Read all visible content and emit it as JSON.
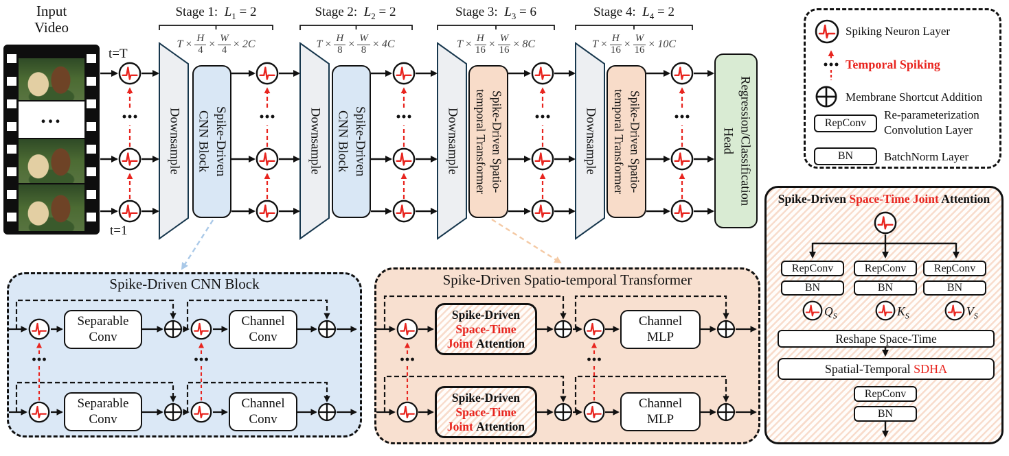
{
  "colors": {
    "accent_red": "#e8251f",
    "stage_cnn_fill": "#d9e7f5",
    "stage_transformer_fill": "#f8dcc9",
    "head_fill": "#d9ebd3",
    "downsample_fill": "#edeff2",
    "cnn_panel_fill": "#dbe8f6",
    "transformer_panel_fill": "#f8e0d0",
    "hatch_stripe": "#f2c1a6"
  },
  "input": {
    "title_line1": "Input",
    "title_line2": "Video",
    "t_top": "t=T",
    "t_bottom": "t=1",
    "dots": "..."
  },
  "stages": [
    {
      "label": "Stage 1:",
      "var": "L",
      "sub": "1",
      "rhs": "= 2",
      "dim_t": "T",
      "times": "×",
      "f1n": "H",
      "f1d": "4",
      "f2n": "W",
      "f2d": "4",
      "dim_c": "2C",
      "downsample": "Downsample",
      "block_line1": "Spike-Driven",
      "block_line2": "CNN Block"
    },
    {
      "label": "Stage 2:",
      "var": "L",
      "sub": "2",
      "rhs": "= 2",
      "dim_t": "T",
      "times": "×",
      "f1n": "H",
      "f1d": "8",
      "f2n": "W",
      "f2d": "8",
      "dim_c": "4C",
      "downsample": "Downsample",
      "block_line1": "Spike-Driven",
      "block_line2": "CNN Block"
    },
    {
      "label": "Stage 3:",
      "var": "L",
      "sub": "3",
      "rhs": "= 6",
      "dim_t": "T",
      "times": "×",
      "f1n": "H",
      "f1d": "16",
      "f2n": "W",
      "f2d": "16",
      "dim_c": "8C",
      "downsample": "Downsample",
      "block_line1": "Spike-Driven Spatio-",
      "block_line2": "temporal Transformer"
    },
    {
      "label": "Stage 4:",
      "var": "L",
      "sub": "4",
      "rhs": "= 2",
      "dim_t": "T",
      "times": "×",
      "f1n": "H",
      "f1d": "16",
      "f2n": "W",
      "f2d": "16",
      "dim_c": "10C",
      "downsample": "Downsample",
      "block_line1": "Spike-Driven Spatio-",
      "block_line2": "temporal Transformer"
    }
  ],
  "head": {
    "line1": "Regression/Classification",
    "line2": "Head"
  },
  "legend": {
    "items": [
      {
        "label": "Spiking Neuron Layer"
      },
      {
        "label": "Temporal Spiking"
      },
      {
        "label": "Membrane Shortcut Addition"
      },
      {
        "box": "RepConv",
        "label_line1": "Re-parameterization",
        "label_line2": "Convolution Layer"
      },
      {
        "box": "BN",
        "label": "BatchNorm Layer"
      }
    ]
  },
  "cnn_panel": {
    "title": "Spike-Driven CNN Block",
    "conv1_line1": "Separable",
    "conv1_line2": "Conv",
    "conv2_line1": "Channel",
    "conv2_line2": "Conv",
    "dots": "..."
  },
  "transformer_panel": {
    "title": "Spike-Driven Spatio-temporal Transformer",
    "attn_line1": "Spike-Driven",
    "attn_line2": "Space-Time",
    "attn_line3_red": "Joint",
    "attn_line3_black": "Attention",
    "mlp_line1": "Channel",
    "mlp_line2": "MLP"
  },
  "attention_panel": {
    "title_black1": "Spike-Driven",
    "title_red": "Space-Time Joint",
    "title_black2": "Attention",
    "repconv": "RepConv",
    "bn": "BN",
    "q": "Q",
    "k": "K",
    "v": "V",
    "sub": "S",
    "reshape": "Reshape Space-Time",
    "sdha_black": "Spatial-Temporal",
    "sdha_red": "SDHA"
  }
}
